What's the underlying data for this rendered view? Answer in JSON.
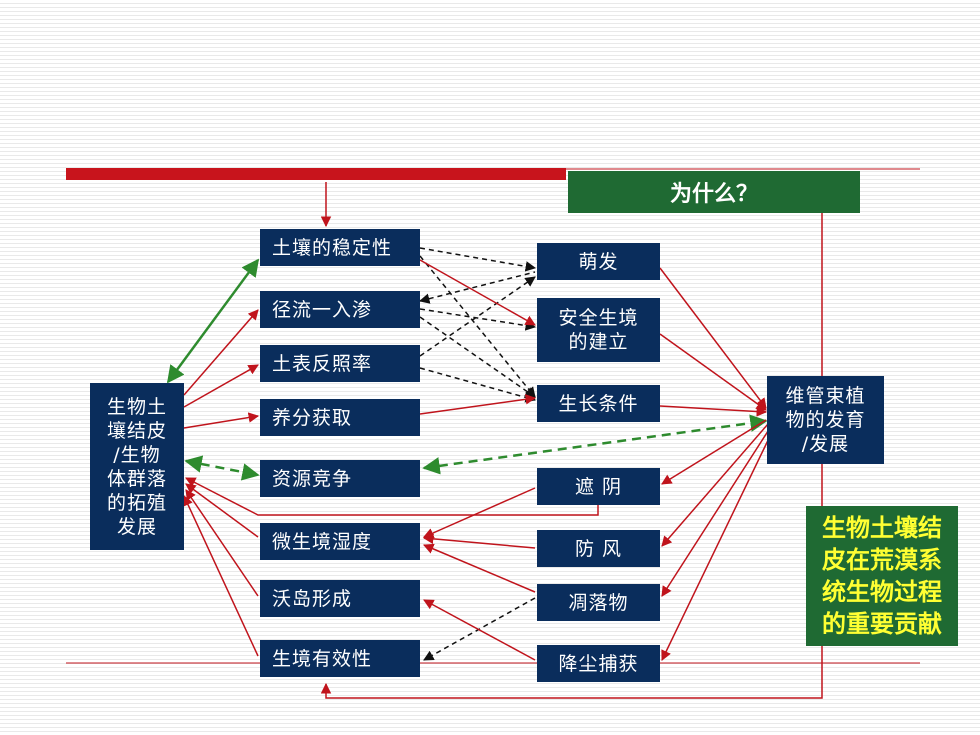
{
  "title": "为什么？",
  "summary": "生物土壤结\n皮在荒漠系\n统生物过程\n的重要贡献",
  "nodes": {
    "crust": "生物土\n壤结皮\n/生物\n体群落\n的拓殖\n发展",
    "stability": "土壤的稳定性",
    "runoff": "径流一入渗",
    "albedo": "土表反照率",
    "nutrient": "养分获取",
    "competition": "资源竞争",
    "microhumidity": "微生境湿度",
    "island": "沃岛形成",
    "availability": "生境有效性",
    "germination": "萌发",
    "safesite": "安全生境\n的建立",
    "growth": "生长条件",
    "shade": "遮 阴",
    "wind": "防 风",
    "litter": "凋落物",
    "dust": "降尘捕获",
    "vascular": "维管束植\n物的发育\n/发展"
  },
  "colors": {
    "node": "#0a2d5c",
    "title_bg": "#1f6a33",
    "summary_bg": "#1f6a33",
    "summary_text": "#ffff33",
    "red_arrow": "#c0141c",
    "green_arrow": "#2e8b2e",
    "black_dashed": "#111111",
    "top_bar": "#c8141c"
  }
}
